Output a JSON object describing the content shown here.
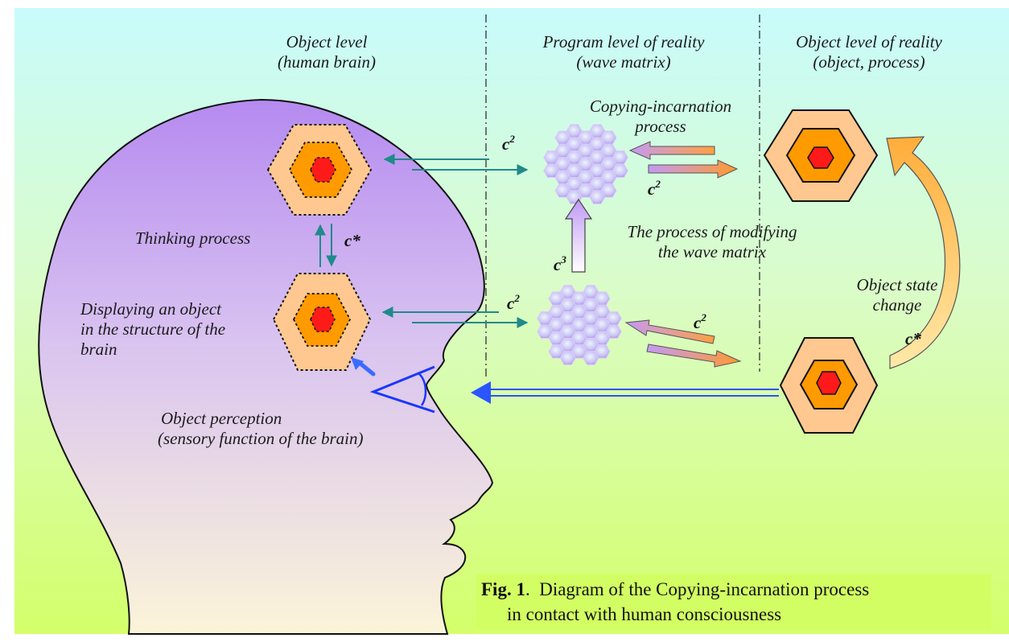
{
  "labels": {
    "col_left_title_1": "Object level",
    "col_left_title_2": "(human brain)",
    "col_mid_title_1": "Program  level of reality",
    "col_mid_title_2": "(wave matrix)",
    "col_right_title_1": "Object level of reality",
    "col_right_title_2": "(object, process)",
    "copying_1": "Copying-incarnation",
    "copying_2": "process",
    "thinking": "Thinking process",
    "displaying_1": "Displaying an object",
    "displaying_2": "in the structure of the",
    "displaying_3": "brain",
    "modifying_1": "The process of modifying",
    "modifying_2": "the wave matrix",
    "state_1": "Object state",
    "state_2": "change",
    "perception_1": "Object perception",
    "perception_2": "(sensory function of the brain)"
  },
  "symbols": {
    "base": "c",
    "sq": "2",
    "cube": "3",
    "star": "*"
  },
  "caption": {
    "fig": "Fig. 1",
    "sep": ".",
    "text_1": "  Diagram of the Copying-incarnation process",
    "text_2": "in contact with human consciousness"
  },
  "colors": {
    "bg_top": "#c8fbfb",
    "bg_bottom": "#d4ff6a",
    "head_top": "#b98df0",
    "head_bottom": "#faf1d8",
    "hex_outer": "#ffc890",
    "hex_mid": "#ff9a00",
    "hex_core": "#ff1a1a",
    "teal_arrow": "#1f8a8a",
    "blue_arrow": "#2a55ff"
  },
  "icons": [
    "eye-icon",
    "wave-matrix-icon",
    "hexagon-icon"
  ]
}
